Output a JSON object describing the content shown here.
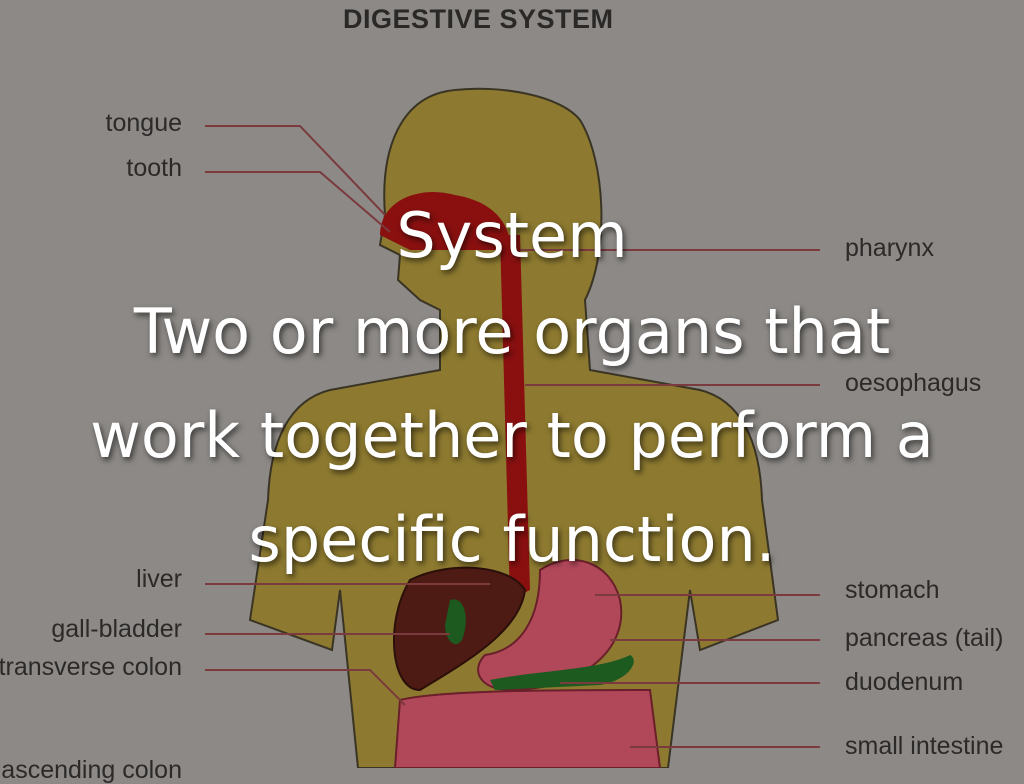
{
  "diagram": {
    "title": "DIGESTIVE SYSTEM",
    "labels_left": [
      "tongue",
      "tooth",
      "liver",
      "gall-bladder",
      "transverse colon",
      "ascending colon"
    ],
    "labels_right": [
      "pharynx",
      "oesophagus",
      "stomach",
      "pancreas (tail)",
      "duodenum",
      "small intestine"
    ]
  },
  "slide": {
    "heading": "System",
    "body": "Two or more organs that work together to perform a specific function."
  },
  "colors": {
    "background": "#8c8986",
    "body": "#8d7a30",
    "oesophagus": "#8a1010",
    "liver": "#4e1b14",
    "intestine": "#b0485a",
    "gall_pancreas": "#1c5a1f",
    "leader_line": "#7a3a3e"
  }
}
